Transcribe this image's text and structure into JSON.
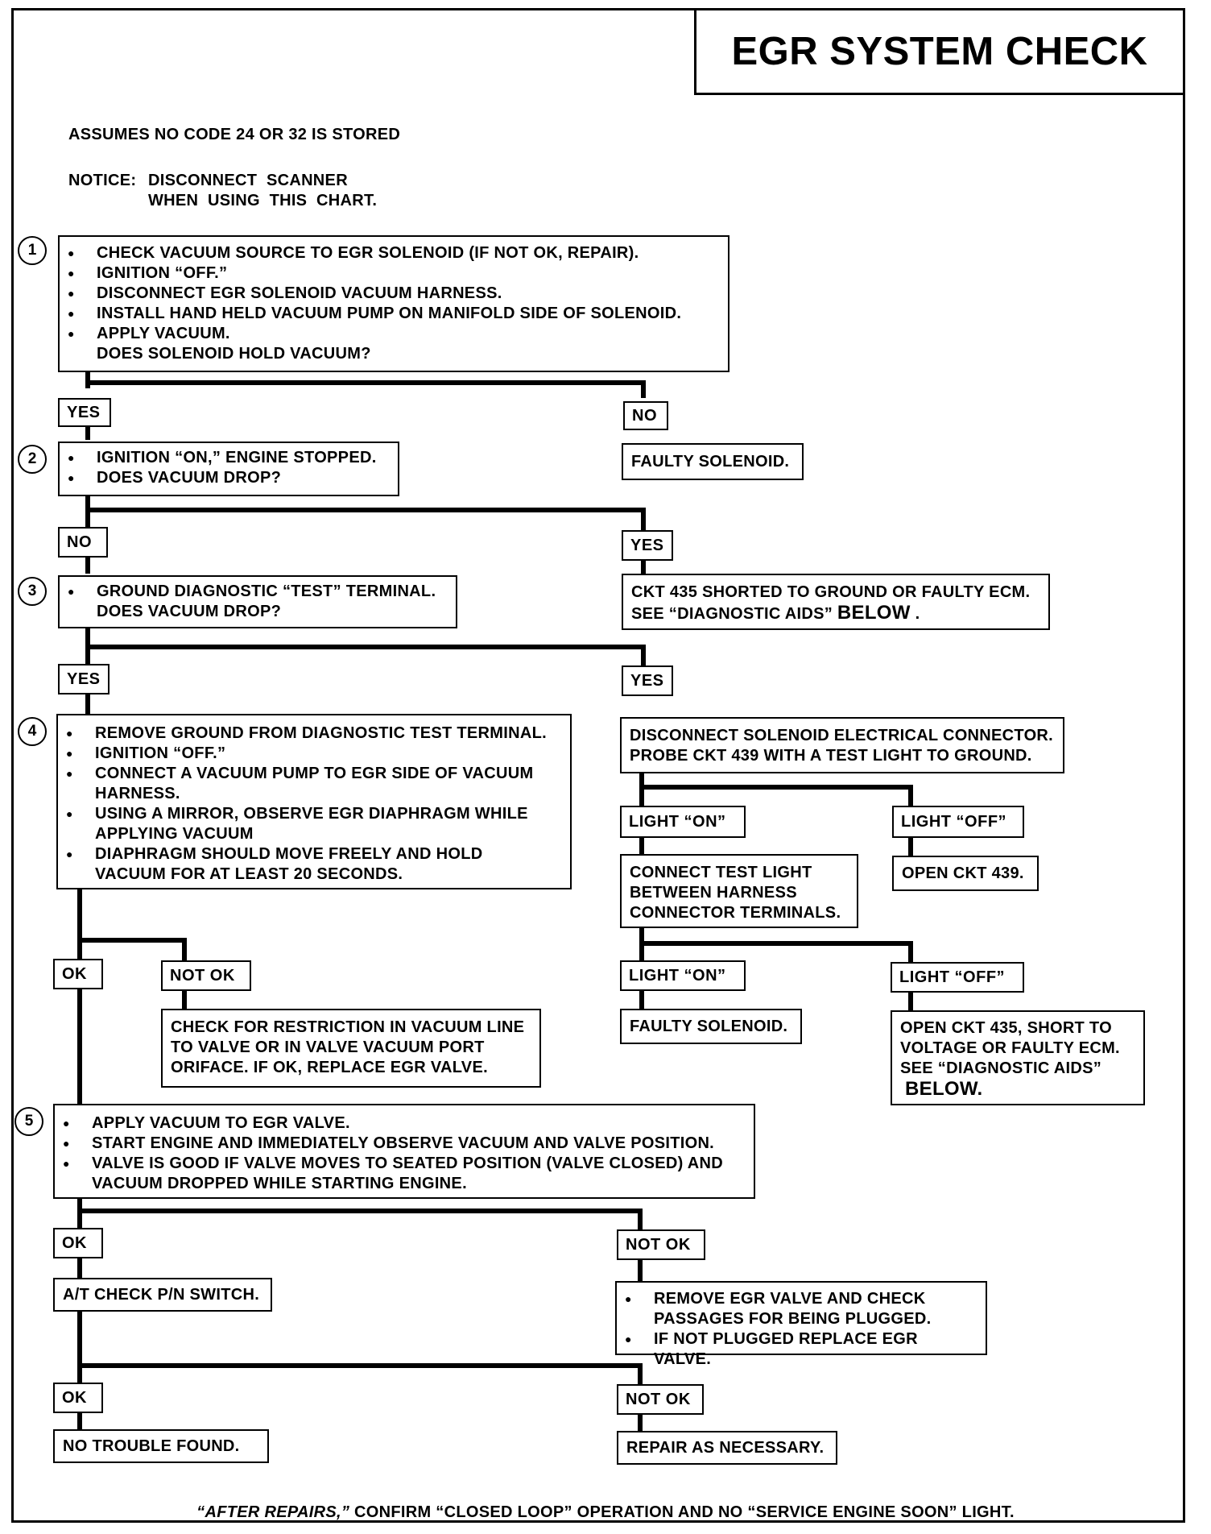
{
  "title": "EGR SYSTEM CHECK",
  "header": {
    "assumption": "ASSUMES NO CODE 24 OR 32 IS STORED",
    "notice_label": "NOTICE:",
    "notice_line1": "DISCONNECT  SCANNER",
    "notice_line2": "WHEN  USING  THIS  CHART."
  },
  "steps": {
    "s1": {
      "number": "1",
      "items": [
        "CHECK VACUUM SOURCE TO EGR SOLENOID (IF NOT OK, REPAIR).",
        "IGNITION “OFF.”",
        "DISCONNECT EGR SOLENOID VACUUM HARNESS.",
        "INSTALL HAND HELD VACUUM PUMP ON MANIFOLD SIDE OF SOLENOID.",
        "APPLY VACUUM."
      ],
      "question": "DOES SOLENOID HOLD VACUUM?"
    },
    "s2": {
      "number": "2",
      "items": [
        "IGNITION “ON,” ENGINE STOPPED.",
        "DOES VACUUM DROP?"
      ]
    },
    "s3": {
      "number": "3",
      "items": [
        "GROUND DIAGNOSTIC “TEST” TERMINAL."
      ],
      "question": "DOES VACUUM DROP?"
    },
    "s4": {
      "number": "4",
      "items": [
        "REMOVE GROUND FROM DIAGNOSTIC TEST TERMINAL.",
        "IGNITION “OFF.”",
        "CONNECT A VACUUM PUMP TO EGR SIDE OF VACUUM",
        "USING A MIRROR, OBSERVE EGR DIAPHRAGM WHILE",
        "DIAPHRAGM SHOULD MOVE FREELY AND HOLD"
      ],
      "item3_cont": "HARNESS.",
      "item4_cont": "APPLYING VACUUM",
      "item5_cont": "VACUUM FOR AT LEAST 20 SECONDS."
    },
    "s5": {
      "number": "5",
      "items": [
        "APPLY VACUUM TO EGR VALVE.",
        "START ENGINE AND IMMEDIATELY OBSERVE VACUUM AND VALVE POSITION.",
        "VALVE IS GOOD IF VALVE MOVES TO SEATED POSITION (VALVE CLOSED) AND"
      ],
      "item3_cont": "VACUUM DROPPED WHILE STARTING ENGINE."
    }
  },
  "labels": {
    "yes": "YES",
    "no": "NO",
    "ok": "OK",
    "not_ok": "NOT OK",
    "light_on": "LIGHT “ON”",
    "light_off": "LIGHT “OFF”"
  },
  "results": {
    "faulty_solenoid_1": "FAULTY SOLENOID.",
    "ckt435_line1": "CKT 435 SHORTED TO GROUND OR FAULTY ECM.",
    "ckt435_line2": "SEE “DIAGNOSTIC AIDS”",
    "below": "BELOW",
    "below_dot": "BELOW.",
    "disconnect_line1": "DISCONNECT SOLENOID ELECTRICAL CONNECTOR.",
    "disconnect_line2": "PROBE CKT 439 WITH A TEST LIGHT TO GROUND.",
    "connect_line1": "CONNECT TEST LIGHT",
    "connect_line2": "BETWEEN HARNESS",
    "connect_line3": "CONNECTOR TERMINALS.",
    "open439": "OPEN CKT 439.",
    "faulty_solenoid_2": "FAULTY SOLENOID.",
    "open435_line1": "OPEN CKT 435, SHORT TO",
    "open435_line2": "VOLTAGE OR FAULTY ECM.",
    "open435_line3": "SEE “DIAGNOSTIC AIDS”",
    "restriction_line1": "CHECK FOR RESTRICTION IN VACUUM LINE",
    "restriction_line2": "TO VALVE OR IN VALVE VACUUM PORT",
    "restriction_line3": "ORIFACE. IF OK, REPLACE EGR VALVE.",
    "pn_switch": "A/T CHECK P/N SWITCH.",
    "remove_item1": "REMOVE EGR VALVE AND CHECK",
    "remove_item1_cont": "PASSAGES FOR BEING PLUGGED.",
    "remove_item2": "IF NOT PLUGGED REPLACE EGR VALVE.",
    "no_trouble": "NO TROUBLE FOUND.",
    "repair": "REPAIR AS NECESSARY."
  },
  "footer": {
    "italic": "“AFTER REPAIRS,”",
    "rest": " CONFIRM “CLOSED LOOP” OPERATION AND NO “SERVICE ENGINE SOON” LIGHT."
  }
}
